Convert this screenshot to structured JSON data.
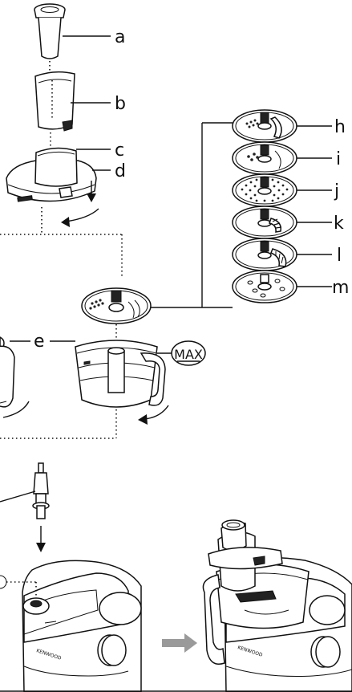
{
  "labels": {
    "a": "a",
    "b": "b",
    "c": "c",
    "d": "d",
    "e": "e",
    "h": "h",
    "i": "i",
    "j": "j",
    "k": "k",
    "l": "l",
    "m": "m"
  },
  "max_mark": "MAX",
  "brand_text": "KENWOOD",
  "colors": {
    "line": "#111111",
    "arrow_grey": "#9a9a9a"
  }
}
